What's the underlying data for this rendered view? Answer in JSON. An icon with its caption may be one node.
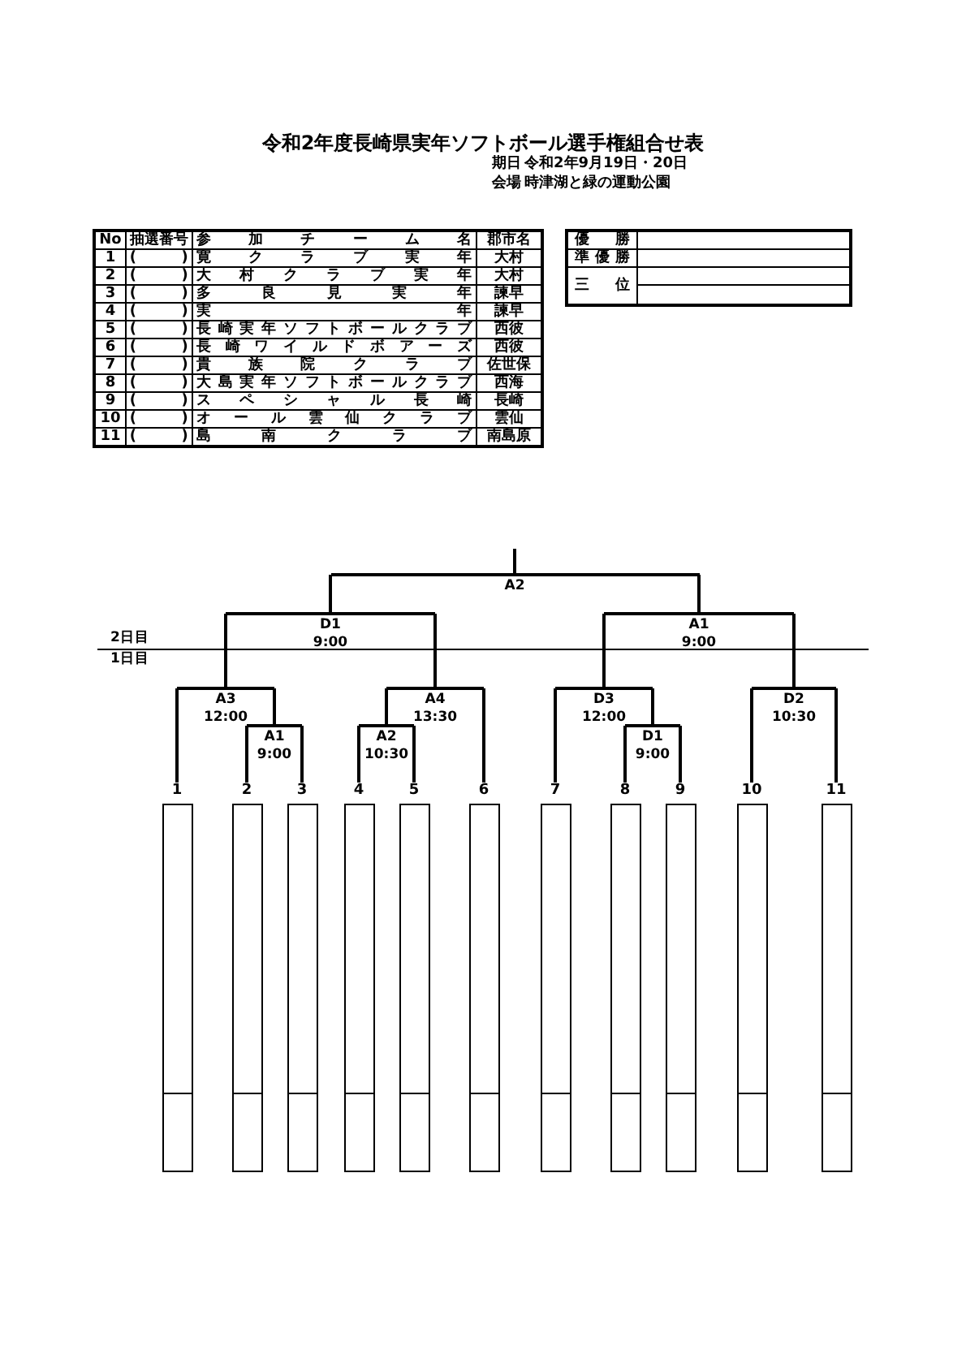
{
  "diagram": {
    "title": "令和2年度長崎県実年ソフトボール選手権組合せ表",
    "nodes": [
      {
        "text": [
          "A2"
        ]
      },
      {
        "text": [
          "D1",
          "9:00"
        ]
      },
      {
        "text": [
          "A1",
          "9:00"
        ]
      },
      {
        "text": [
          "A3",
          "12:00"
        ]
      },
      {
        "text": [
          "A4",
          "13:30"
        ]
      },
      {
        "text": [
          "D3",
          "12:00"
        ]
      },
      {
        "text": [
          "D2",
          "10:30"
        ]
      },
      {
        "text": [
          "A1",
          "9:00"
        ]
      },
      {
        "text": [
          "A2",
          "10:30"
        ]
      },
      {
        "text": [
          "D1",
          "9:00"
        ]
      },
      {
        "text": [
          "1"
        ]
      },
      {
        "text": [
          "2"
        ]
      },
      {
        "text": [
          "3"
        ]
      },
      {
        "text": [
          "4"
        ]
      },
      {
        "text": [
          "5"
        ]
      },
      {
        "text": [
          "6"
        ]
      },
      {
        "text": [
          "7"
        ]
      },
      {
        "text": [
          "8"
        ]
      },
      {
        "text": [
          "9"
        ]
      },
      {
        "text": [
          "10"
        ]
      },
      {
        "text": [
          "11"
        ]
      }
    ],
    "edges": [
      {
        "from": 10,
        "to": 3,
        "arrow": "none"
      },
      {
        "from": 11,
        "to": 7,
        "arrow": "none"
      },
      {
        "from": 12,
        "to": 7,
        "arrow": "none"
      },
      {
        "from": 7,
        "to": 3,
        "arrow": "none"
      },
      {
        "from": 13,
        "to": 8,
        "arrow": "none"
      },
      {
        "from": 14,
        "to": 8,
        "arrow": "none"
      },
      {
        "from": 8,
        "to": 4,
        "arrow": "none"
      },
      {
        "from": 15,
        "to": 4,
        "arrow": "none"
      },
      {
        "from": 3,
        "to": 1,
        "arrow": "none"
      },
      {
        "from": 4,
        "to": 1,
        "arrow": "none"
      },
      {
        "from": 16,
        "to": 5,
        "arrow": "none"
      },
      {
        "from": 17,
        "to": 9,
        "arrow": "none"
      },
      {
        "from": 18,
        "to": 9,
        "arrow": "none"
      },
      {
        "from": 9,
        "to": 5,
        "arrow": "none"
      },
      {
        "from": 19,
        "to": 6,
        "arrow": "none"
      },
      {
        "from": 20,
        "to": 6,
        "arrow": "none"
      },
      {
        "from": 5,
        "to": 2,
        "arrow": "none"
      },
      {
        "from": 6,
        "to": 2,
        "arrow": "none"
      },
      {
        "from": 1,
        "to": 0,
        "arrow": "none"
      },
      {
        "from": 2,
        "to": 0,
        "arrow": "none"
      },
      {
        "from": 0,
        "to": null,
        "arrow": "none"
      }
    ],
    "labels": [
      "期日",
      "令和2年9月19日・20日",
      "会場",
      "時津湖と緑の運動公園",
      "No",
      "抽選番号",
      "参加チーム名",
      "郡市名",
      "1",
      "(　)",
      "寛クラブ実年",
      "大村",
      "2",
      "(　)",
      "大村クラブ実年",
      "大村",
      "3",
      "(　)",
      "多良見実年",
      "諫早",
      "4",
      "(　)",
      "実年",
      "諫早",
      "5",
      "(　)",
      "長崎実年ソフトボールクラブ",
      "西彼",
      "6",
      "(　)",
      "長崎ワイルドボアーズ",
      "西彼",
      "7",
      "(　)",
      "貴族院クラブ",
      "佐世保",
      "8",
      "(　)",
      "大島実年ソフトボールクラブ",
      "西海",
      "9",
      "(　)",
      "スペシャル長崎",
      "長崎",
      "10",
      "(　)",
      "オール雲仙クラブ",
      "雲仙",
      "11",
      "(　)",
      "島南クラブ",
      "南島原",
      "優勝",
      "準優勝",
      "三位",
      "2日目",
      "1日目"
    ]
  }
}
